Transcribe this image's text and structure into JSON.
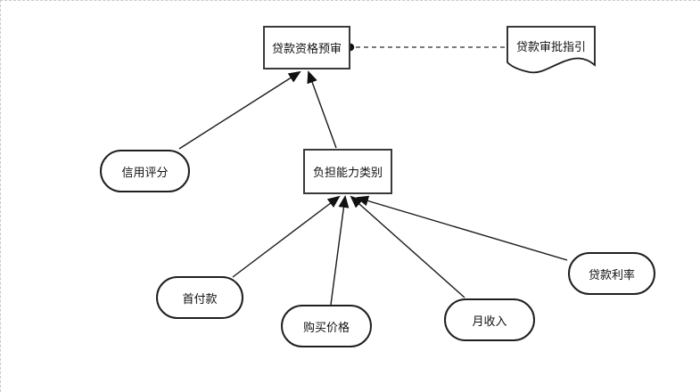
{
  "diagram": {
    "kind": "decision-requirements-diagram",
    "nodes": {
      "decision_prequalification": {
        "label": "贷款资格预审",
        "shape": "rectangle"
      },
      "knowledge_source_guidelines": {
        "label": "贷款审批指引",
        "shape": "document"
      },
      "decision_affordability": {
        "label": "负担能力类别",
        "shape": "rectangle"
      },
      "input_credit_score": {
        "label": "信用评分",
        "shape": "stadium"
      },
      "input_down_payment": {
        "label": "首付款",
        "shape": "stadium"
      },
      "input_purchase_price": {
        "label": "购买价格",
        "shape": "stadium"
      },
      "input_monthly_income": {
        "label": "月收入",
        "shape": "stadium"
      },
      "input_loan_rate": {
        "label": "贷款利率",
        "shape": "stadium"
      }
    },
    "edges": [
      {
        "from": "信用评分",
        "to": "贷款资格预审",
        "style": "solid-arrow"
      },
      {
        "from": "负担能力类别",
        "to": "贷款资格预审",
        "style": "solid-arrow"
      },
      {
        "from": "首付款",
        "to": "负担能力类别",
        "style": "solid-arrow"
      },
      {
        "from": "购买价格",
        "to": "负担能力类别",
        "style": "solid-arrow"
      },
      {
        "from": "月收入",
        "to": "负担能力类别",
        "style": "solid-arrow"
      },
      {
        "from": "贷款利率",
        "to": "负担能力类别",
        "style": "solid-arrow"
      },
      {
        "from": "贷款资格预审",
        "to": "贷款审批指引",
        "style": "dashed-with-dot"
      }
    ],
    "colors": {
      "background": "#ffffff",
      "decision_border": "#3a3a3a",
      "input_border": "#1f1f1f",
      "edge_line": "#1a1a1a",
      "dashed_line": "#7a7a7a",
      "page_edge": "#c9c9c9",
      "text": "#111111"
    }
  }
}
